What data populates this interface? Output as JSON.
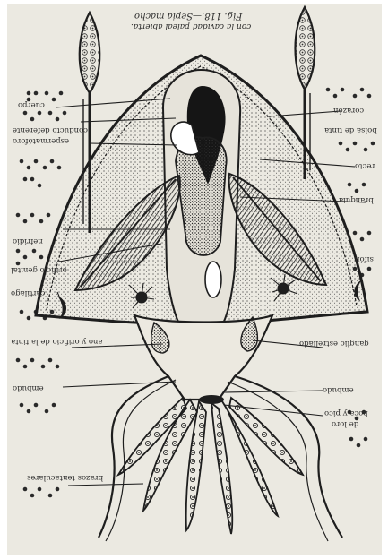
{
  "figure": {
    "caption_line1": "Fig. 118.—Sepia macho",
    "caption_line2": "con la cavidad paleal abierta."
  },
  "labels": {
    "cuerpo": "cuerpo",
    "corazon": "corazón",
    "bolsa_tinta": "bolsa de tinta",
    "conducto_deferente": "conducto deferente",
    "espermatoforo": "espermatóforo",
    "recto": "recto",
    "branquia": "branquia",
    "nefridio": "nefridio",
    "orificio_genital": "orificio genital",
    "cartilago": "cartílago",
    "ano": "ano y orificio de la tinta",
    "embudo_izq": "embudo",
    "sifon": "sifón",
    "ganglio_estrellado": "ganglio estrellado",
    "embudo": "embudo",
    "boca": "boca y pico",
    "de_loro": "de loro",
    "brazos": "brazos tentaculares"
  },
  "colors": {
    "paper": "#ebe9e1",
    "ink": "#1e1e1e",
    "braille": "#2a2a2a"
  }
}
